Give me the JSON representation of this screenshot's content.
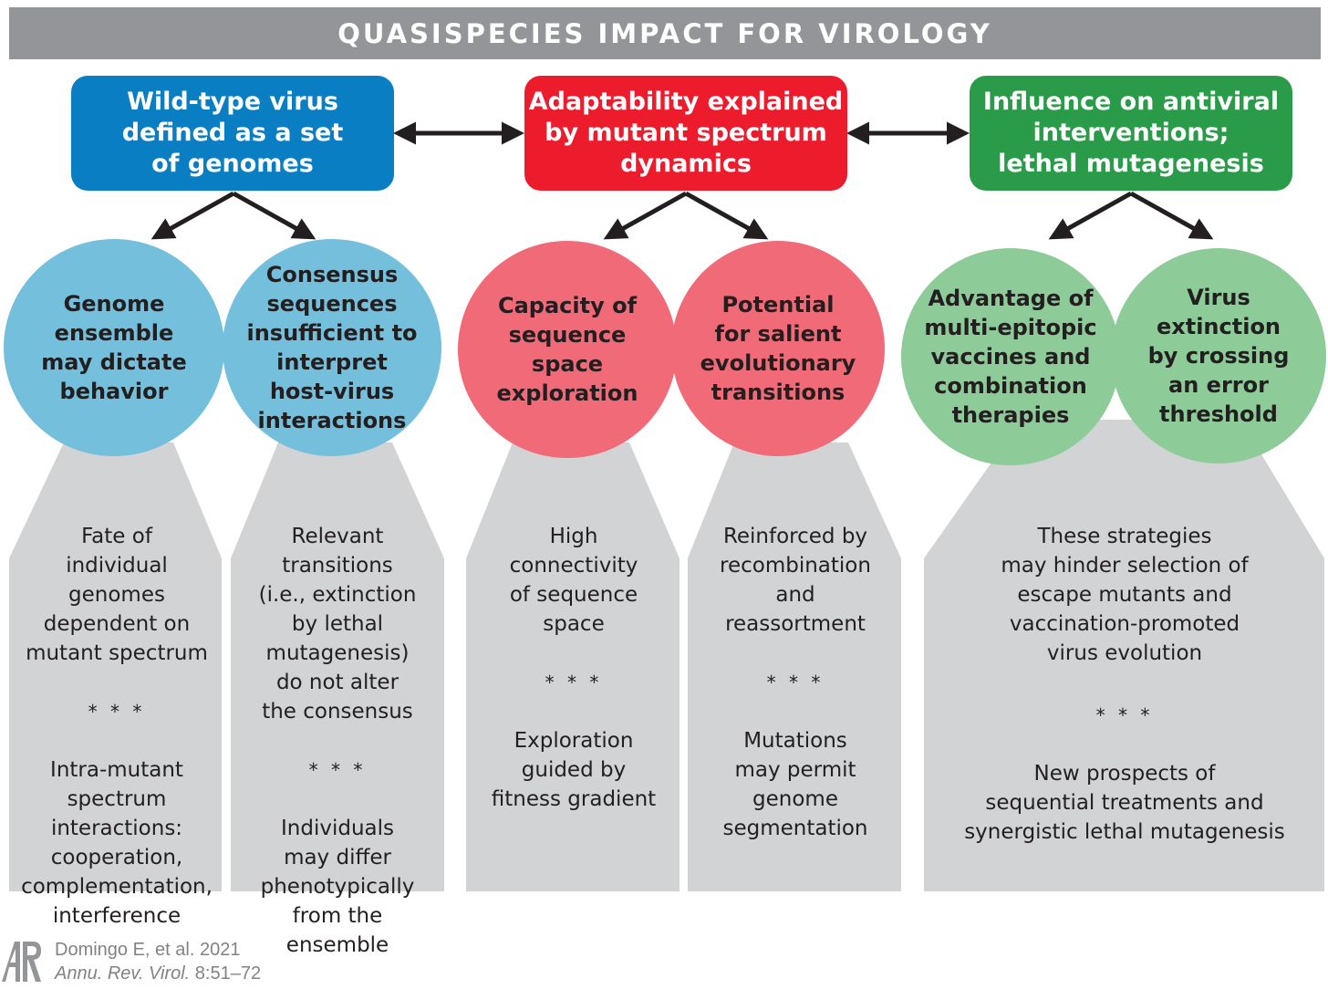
{
  "title": "QUASISPECIES IMPACT FOR VIROLOGY",
  "colors": {
    "banner": "#939598",
    "blue_box": "#0a7ec2",
    "red_box": "#ec1c2d",
    "green_box": "#2a9b48",
    "blue_circle": "#74bfdc",
    "red_circle": "#f06a77",
    "green_circle": "#8dcc98",
    "panel": "#d1d3d4"
  },
  "boxes": {
    "blue": "Wild-type virus\ndefined as a set\nof genomes",
    "red": "Adaptability explained\nby mutant spectrum\ndynamics",
    "green": "Influence on antiviral\ninterventions;\nlethal mutagenesis"
  },
  "circles": {
    "c1": "Genome\nensemble\nmay dictate\nbehavior",
    "c2": "Consensus\nsequences\ninsufficient to\ninterpret\nhost-virus\ninteractions",
    "c3": "Capacity of\nsequence\nspace\nexploration",
    "c4": "Potential\nfor salient\nevolutionary\ntransitions",
    "c5": "Advantage of\nmulti-epitopic\nvaccines and\ncombination\ntherapies",
    "c6": "Virus\nextinction\nby crossing\nan error\nthreshold"
  },
  "panels": {
    "p1": {
      "a": "Fate of\nindividual\ngenomes\ndependent on\nmutant spectrum",
      "sep": "* * *",
      "b": "Intra-mutant\nspectrum\ninteractions:\ncooperation,\ncomplementation,\ninterference"
    },
    "p2": {
      "a": "Relevant\ntransitions\n(i.e., extinction\nby lethal\nmutagenesis)\ndo not alter\nthe consensus",
      "sep": "* * *",
      "b": "Individuals\nmay differ\nphenotypically\nfrom the\nensemble"
    },
    "p3": {
      "a": "High\nconnectivity\nof sequence\nspace",
      "sep": "* * *",
      "b": "Exploration\nguided by\nfitness gradient"
    },
    "p4": {
      "a": "Reinforced by\nrecombination\nand\nreassortment",
      "sep": "* * *",
      "b": "Mutations\nmay permit\ngenome\nsegmentation"
    },
    "p5": {
      "a": "These strategies\nmay hinder selection of\nescape mutants and\nvaccination-promoted\nvirus evolution",
      "sep": "* * *",
      "b": "New prospects of\nsequential treatments and\nsynergistic lethal mutagenesis"
    }
  },
  "citation": {
    "authors": "Domingo E, et al. 2021",
    "journal": "Annu. Rev. Virol.",
    "pages": " 8:51–72"
  },
  "icons": [
    "double-arrow-icon",
    "branch-arrow-icon",
    "annual-reviews-logo-icon"
  ]
}
